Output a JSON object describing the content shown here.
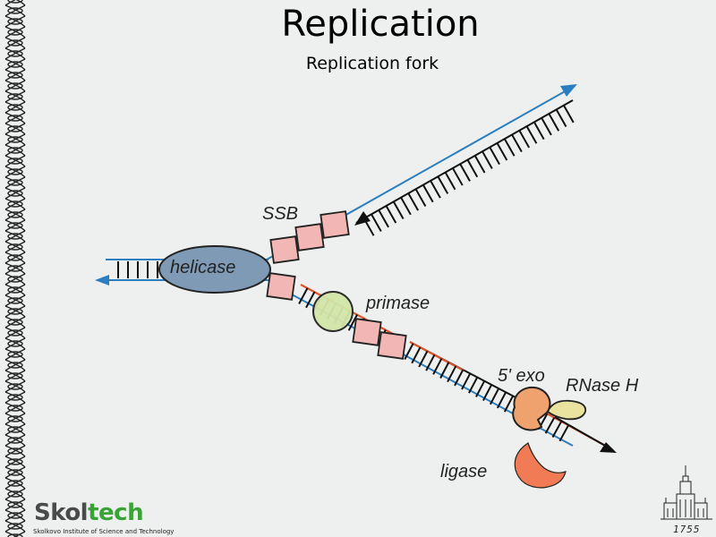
{
  "slide": {
    "title": "Replication",
    "subtitle": "Replication fork"
  },
  "labels": {
    "ssb": "SSB",
    "helicase": "helicase",
    "primase": "primase",
    "exo": "5' exo",
    "rnase": "RNase H",
    "ligase": "ligase"
  },
  "logo": {
    "brand_part1": "Skol",
    "brand_part2": "tech",
    "tagline": "Skolkovo Institute of Science and Technology"
  },
  "emblem": {
    "year": "1755"
  },
  "colors": {
    "strand_blue": "#2b7fc0",
    "strand_red": "#e0552a",
    "helicase": "#7f9ab4",
    "ssb": "#f2b7b4",
    "primase": "#d2e6a8",
    "exo": "#f0a26e",
    "rnase": "#e9e39f",
    "ligase": "#f07b55"
  }
}
